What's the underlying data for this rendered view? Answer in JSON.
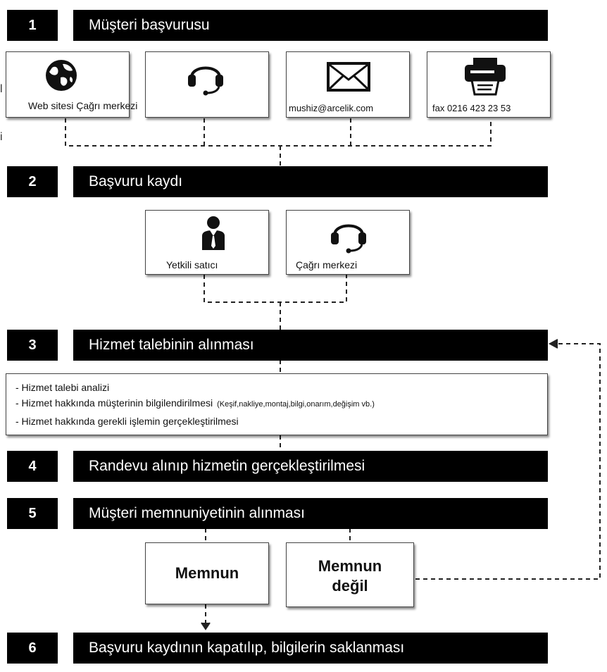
{
  "steps": [
    {
      "number": "1",
      "title": "Müşteri başvurusu"
    },
    {
      "number": "2",
      "title": "Başvuru kaydı"
    },
    {
      "number": "3",
      "title": "Hizmet talebinin alınması"
    },
    {
      "number": "4",
      "title": "Randevu alınıp hizmetin gerçekleştirilmesi"
    },
    {
      "number": "5",
      "title": "Müşteri memnuniyetinin alınması"
    },
    {
      "number": "6",
      "title": "Başvuru kaydının kapatılıp, bilgilerin saklanması"
    }
  ],
  "channels": [
    {
      "label": "Web sitesi Çağrı merkezi",
      "icon": "globe-icon"
    },
    {
      "label": "",
      "icon": "headset-icon"
    },
    {
      "label": "mushiz@arcelik.com",
      "icon": "envelope-icon"
    },
    {
      "label": "fax 0216 423 23 53",
      "icon": "fax-icon"
    }
  ],
  "registration": [
    {
      "label": "Yetkili satıcı",
      "icon": "person-icon"
    },
    {
      "label": "Çağrı merkezi",
      "icon": "headset-icon"
    }
  ],
  "service_details": {
    "line1": "- Hizmet talebi analizi",
    "line2": "- Hizmet hakkında müşterinin bilgilendirilmesi",
    "line2_note": "(Keşif,nakliye,montaj,bilgi,onarım,değişim vb.)",
    "line3": "- Hizmet hakkında gerekli işlemin gerçekleştirilmesi"
  },
  "satisfaction": {
    "satisfied": "Memnun",
    "not_satisfied_line1": "Memnun",
    "not_satisfied_line2": "değil"
  },
  "margin_marks": [
    "l",
    "i"
  ],
  "colors": {
    "bar": "#000000",
    "box_border": "#444444",
    "line": "#222222"
  }
}
